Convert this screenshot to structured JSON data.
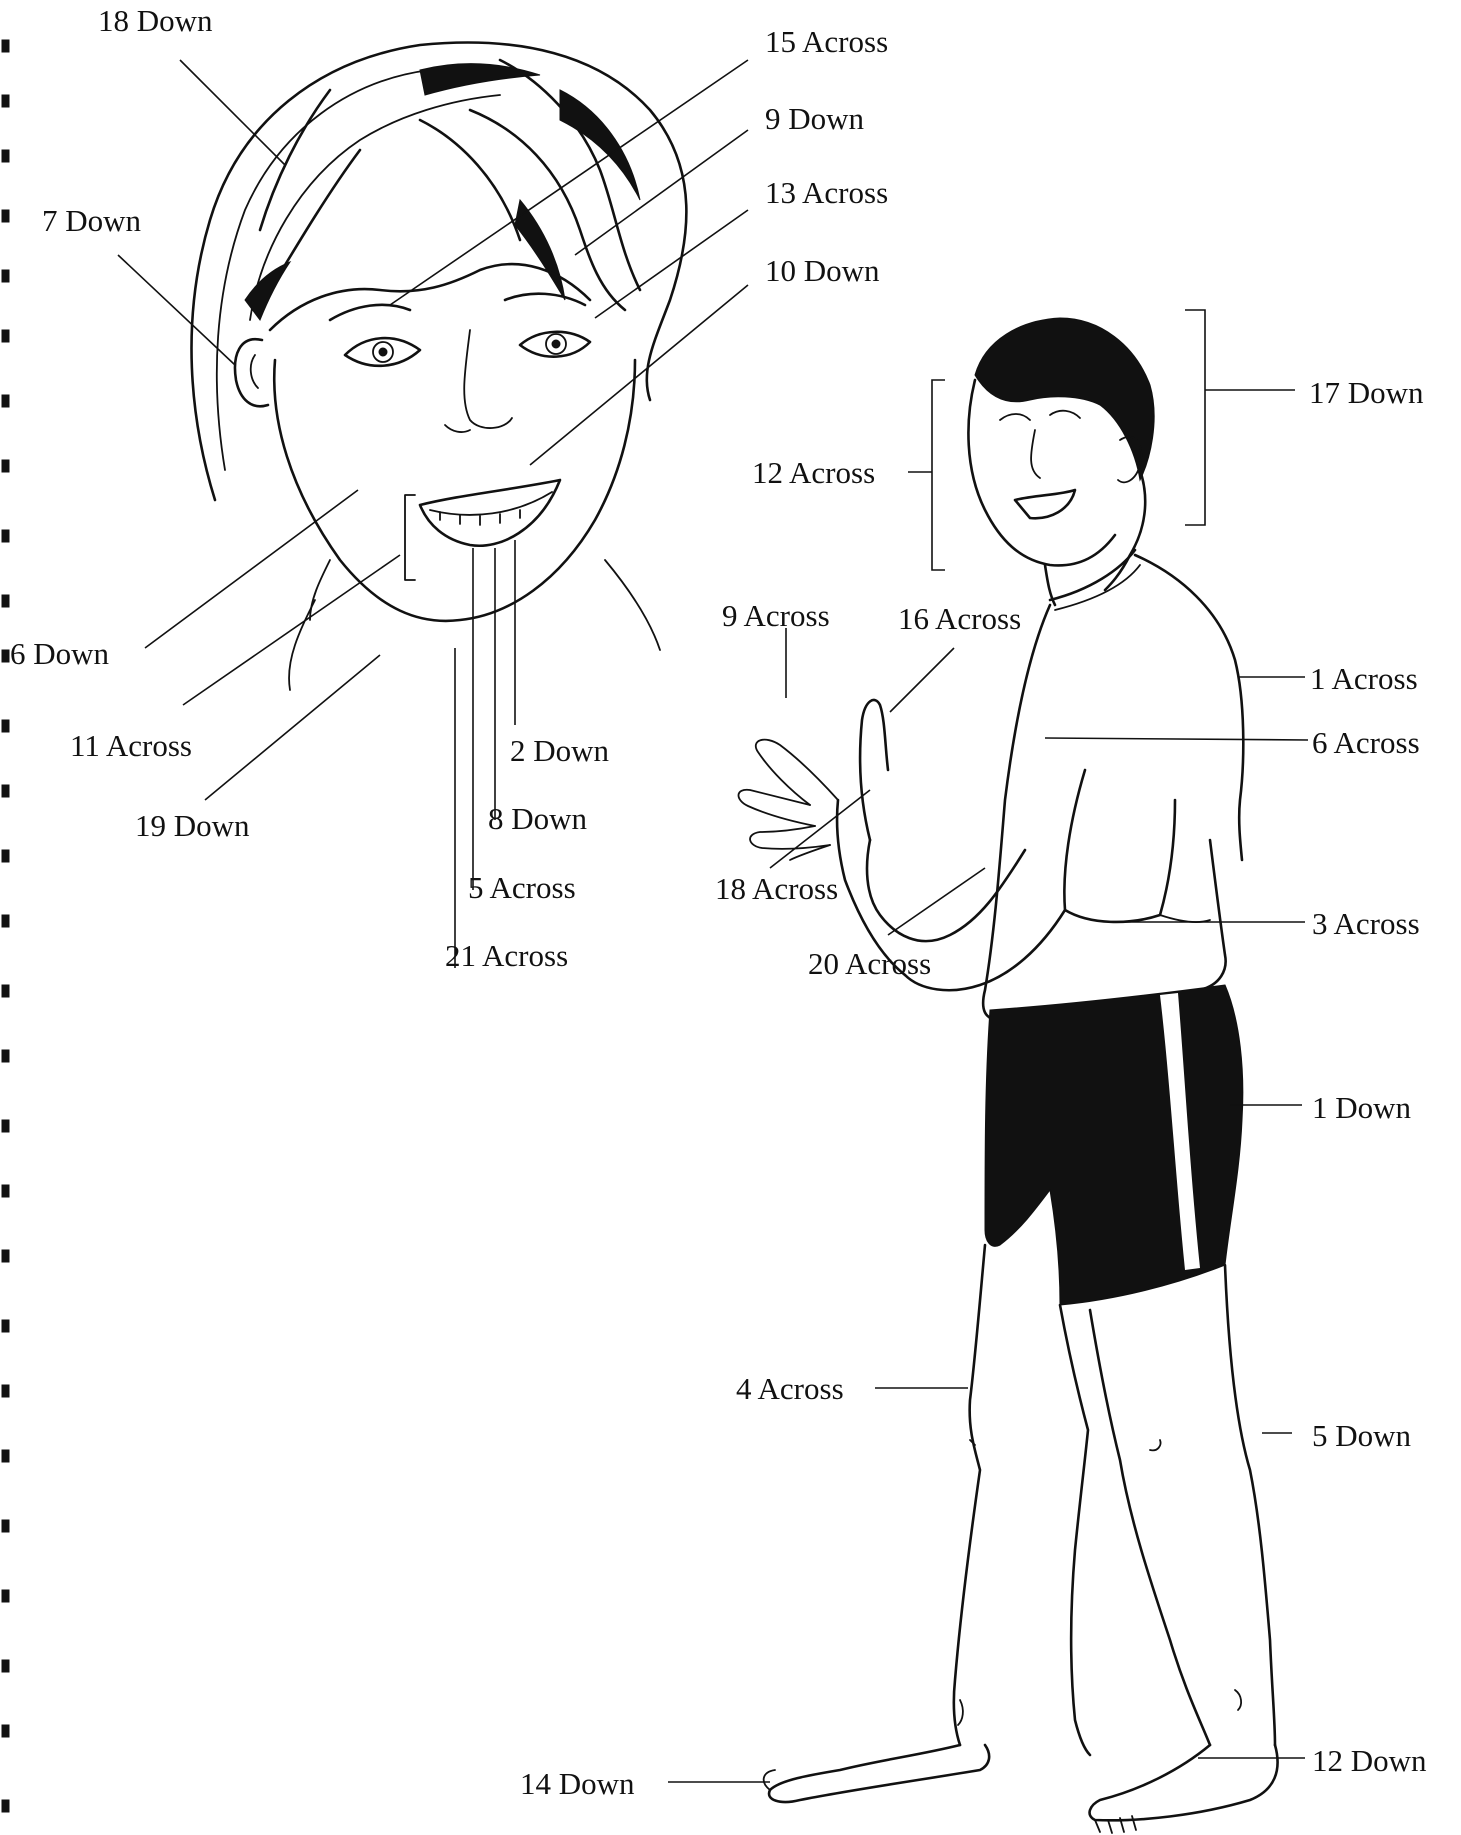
{
  "labels": {
    "down_18": "18 Down",
    "across_15": "15 Across",
    "down_9": "9 Down",
    "across_13": "13 Across",
    "down_10": "10 Down",
    "down_7": "7 Down",
    "down_17": "17 Down",
    "across_12": "12 Across",
    "across_9": "9 Across",
    "across_16": "16 Across",
    "across_1": "1 Across",
    "down_6": "6 Down",
    "across_6": "6 Across",
    "across_11": "11 Across",
    "down_2": "2 Down",
    "down_19": "19 Down",
    "down_8": "8 Down",
    "across_5": "5 Across",
    "across_18": "18 Across",
    "across_3": "3 Across",
    "across_21": "21 Across",
    "across_20": "20 Across",
    "down_1": "1 Down",
    "across_4": "4 Across",
    "down_5": "5 Down",
    "down_14": "14 Down",
    "down_12": "12 Down"
  }
}
